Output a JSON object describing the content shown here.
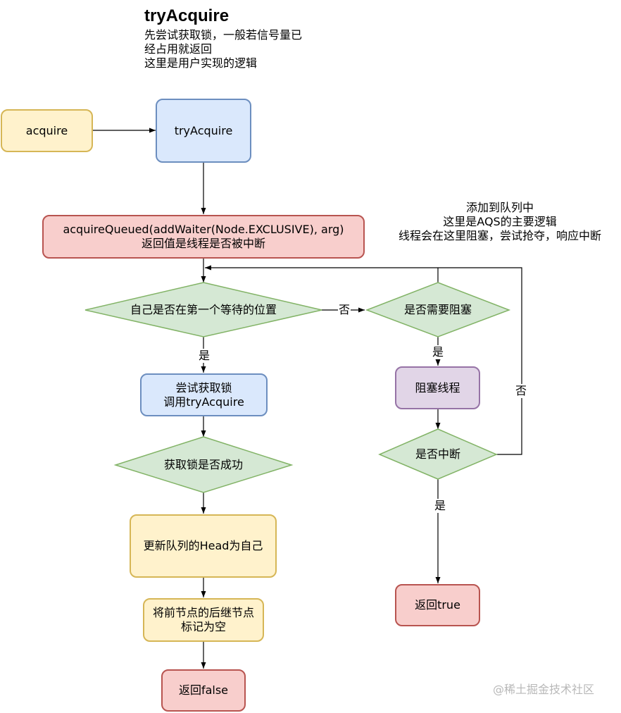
{
  "header": {
    "title": "tryAcquire",
    "description": "先尝试获取锁，一般若信号量已\n经占用就返回\n这里是用户实现的逻辑"
  },
  "side_note": "添加到队列中\n这里是AQS的主要逻辑\n线程会在这里阻塞，尝试抢夺，响应中断",
  "nodes": {
    "acquire": "acquire",
    "try_acquire": "tryAcquire",
    "acquire_queued": "acquireQueued(addWaiter(Node.EXCLUSIVE), arg)\n返回值是线程是否被中断",
    "is_first_waiter": "自己是否在第一个等待的位置",
    "try_get_lock": "尝试获取锁\n调用tryAcquire",
    "lock_success": "获取锁是否成功",
    "update_head": "更新队列的Head为自己",
    "clear_prev_next": "将前节点的后继节点\n标记为空",
    "return_false": "返回false",
    "need_block": "是否需要阻塞",
    "block_thread": "阻塞线程",
    "is_interrupted": "是否中断",
    "return_true": "返回true"
  },
  "edge_labels": {
    "first_yes": "是",
    "first_no": "否",
    "block_yes": "是",
    "interrupt_yes": "是",
    "interrupt_no": "否"
  },
  "watermark": "@稀土掘金技术社区",
  "colors": {
    "yellow_fill": "#fff2cc",
    "yellow_stroke": "#d6b656",
    "blue_fill": "#dae8fc",
    "blue_stroke": "#6c8ebf",
    "red_fill": "#f8cecc",
    "red_stroke": "#b85450",
    "green_fill": "#d5e8d4",
    "green_stroke": "#82b366",
    "purple_fill": "#e1d5e7",
    "purple_stroke": "#9673a6"
  }
}
